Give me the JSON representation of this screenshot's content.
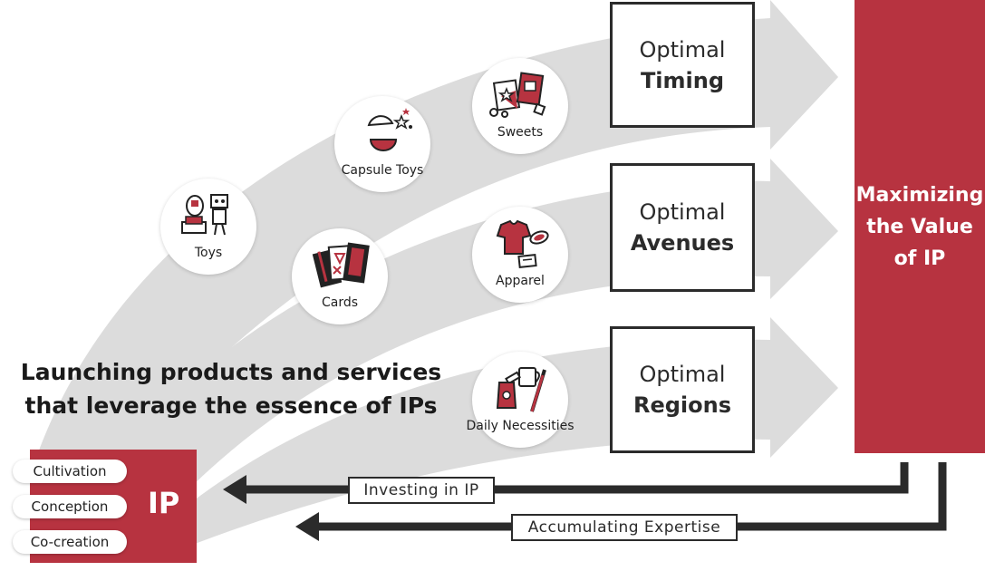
{
  "boxes": {
    "timing": {
      "line1": "Optimal",
      "line2": "Timing"
    },
    "avenues": {
      "line1": "Optimal",
      "line2": "Avenues"
    },
    "regions": {
      "line1": "Optimal",
      "line2": "Regions"
    }
  },
  "result": {
    "line1": "Maximizing",
    "line2": "the Value",
    "line3": "of IP"
  },
  "products": {
    "toys": "Toys",
    "capsule_toys": "Capsule Toys",
    "sweets": "Sweets",
    "cards": "Cards",
    "apparel": "Apparel",
    "daily_necessities": "Daily Necessities"
  },
  "headline": {
    "line1": "Launching products and services",
    "line2": "that leverage the essence of IPs"
  },
  "ip": {
    "label": "IP",
    "pills": [
      "Cultivation",
      "Conception",
      "Co-creation"
    ]
  },
  "flows": {
    "investing": "Investing in IP",
    "accumulating": "Accumulating Expertise"
  },
  "colors": {
    "accent": "#b73340",
    "arc": "#dcdcdc",
    "line": "#2b2b2b"
  }
}
